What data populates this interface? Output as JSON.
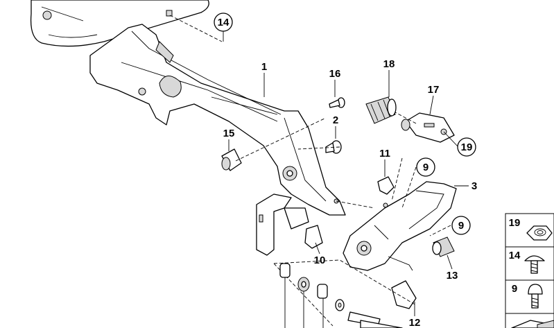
{
  "diagram": {
    "callouts": {
      "c14": "14",
      "c1": "1",
      "c16": "16",
      "c18": "18",
      "c17": "17",
      "c2": "2",
      "c15": "15",
      "c19": "19",
      "c11": "11",
      "c9a": "9",
      "c3": "3",
      "c9b": "9",
      "c10": "10",
      "c13": "13",
      "c12": "12"
    },
    "legend_panel": {
      "items": [
        {
          "number": "19",
          "part": "hex-nut"
        },
        {
          "number": "14",
          "part": "pan-head-screw"
        },
        {
          "number": "9",
          "part": "socket-head-screw"
        }
      ]
    }
  }
}
